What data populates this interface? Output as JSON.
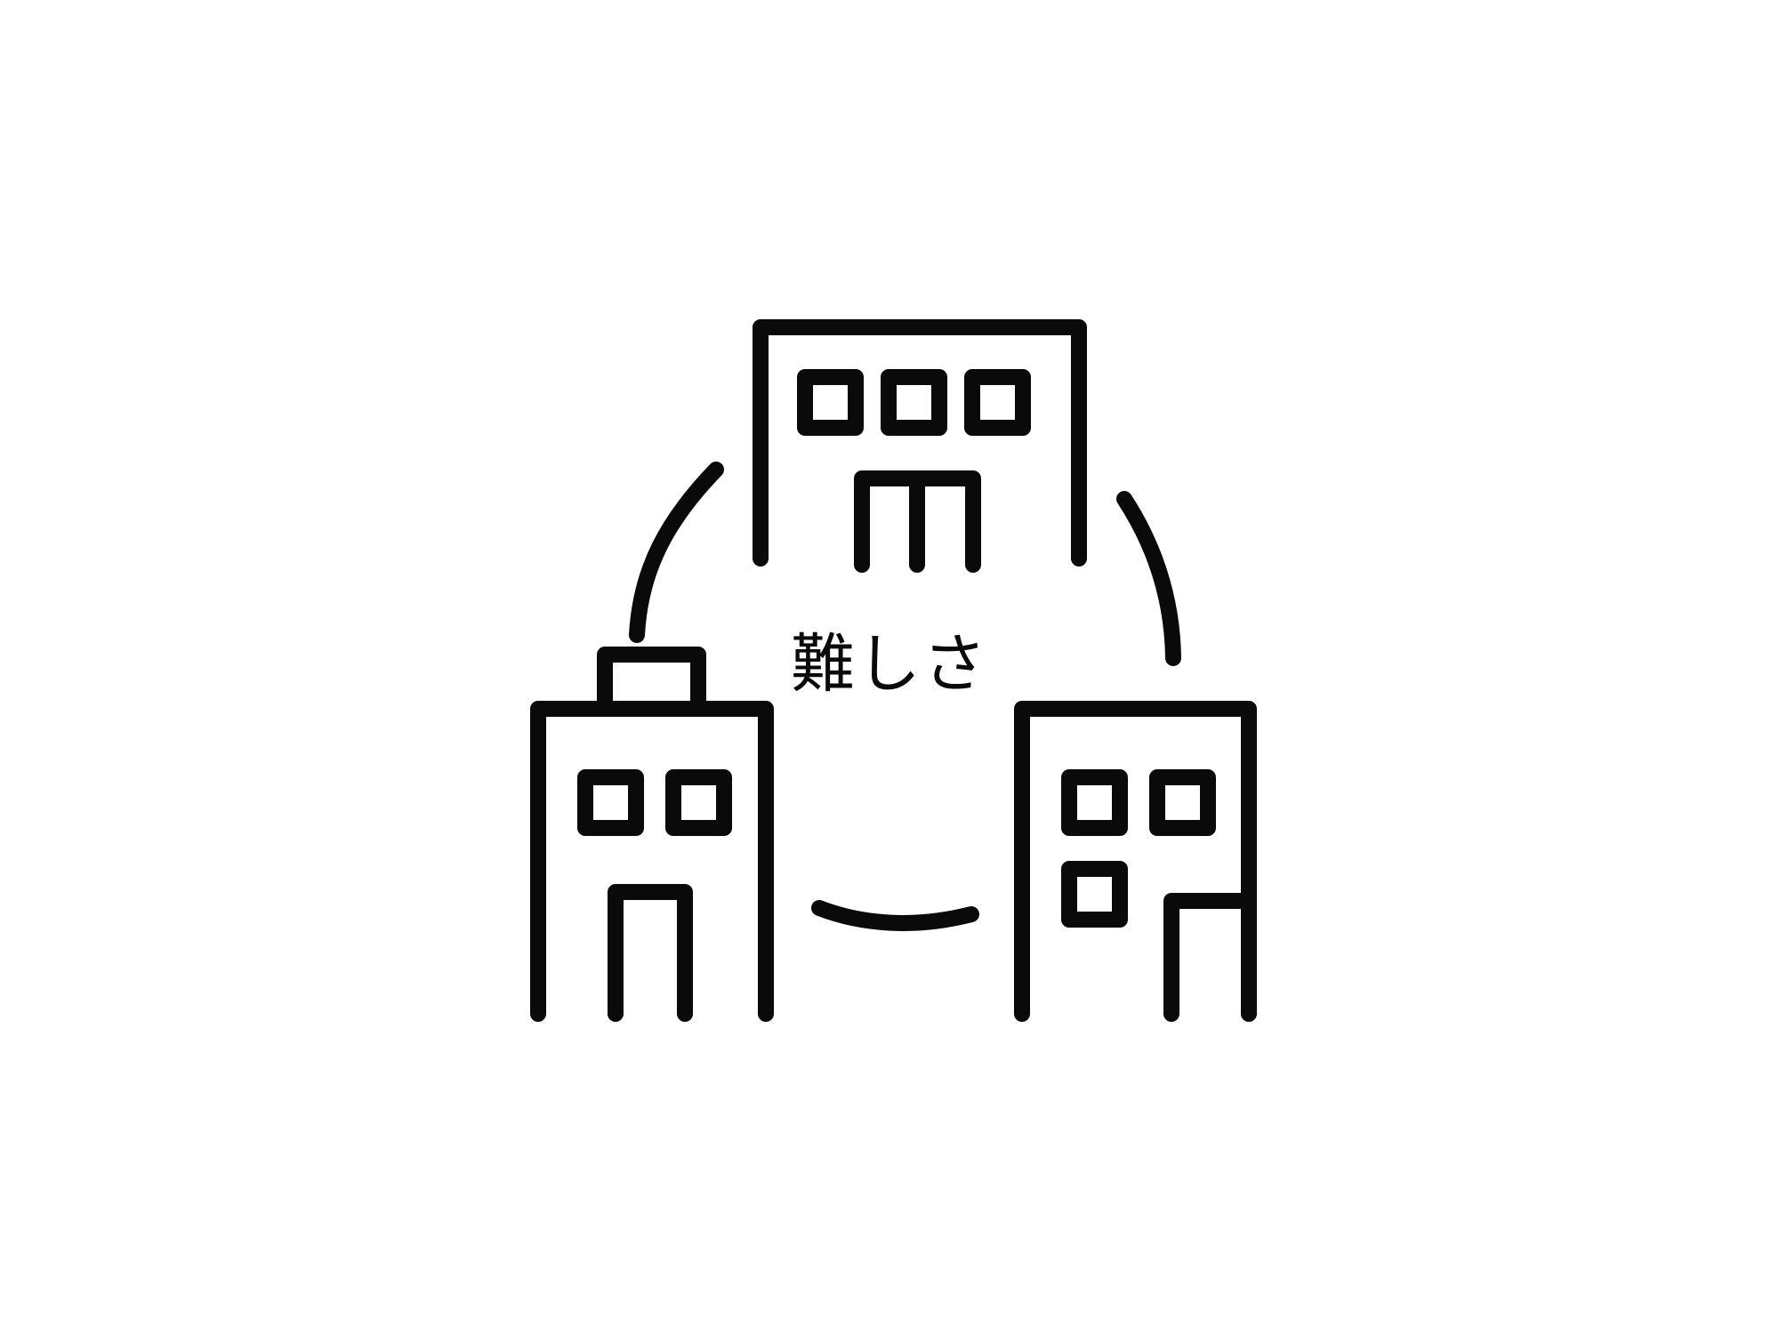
{
  "diagram": {
    "center_label": "難しさ",
    "ink_color": "#0a0a0a",
    "background_color": "#ffffff",
    "nodes": [
      {
        "icon": "building-icon",
        "position": "top"
      },
      {
        "icon": "building-icon",
        "position": "bottom-left"
      },
      {
        "icon": "building-icon",
        "position": "bottom-right"
      }
    ],
    "connectors": [
      {
        "from": "top",
        "to": "bottom-left"
      },
      {
        "from": "top",
        "to": "bottom-right"
      },
      {
        "from": "bottom-left",
        "to": "bottom-right"
      }
    ]
  }
}
